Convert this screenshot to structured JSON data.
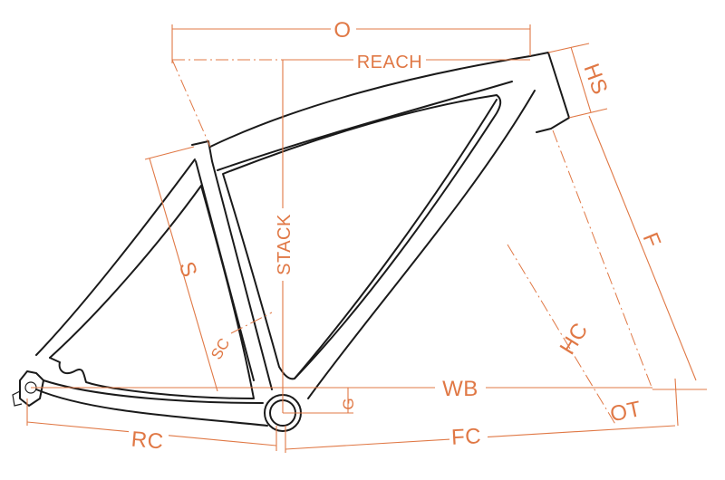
{
  "colors": {
    "dimension": "#e07845",
    "frame": "#1a1a1a",
    "background": "#ffffff"
  },
  "labels": {
    "O": "O",
    "REACH": "REACH",
    "HS": "HS",
    "STACK": "STACK",
    "S": "S",
    "F": "F",
    "SC": "SC",
    "HC": "HC",
    "WB": "WB",
    "G": "G",
    "OT": "OT",
    "RC": "RC",
    "FC": "FC"
  }
}
